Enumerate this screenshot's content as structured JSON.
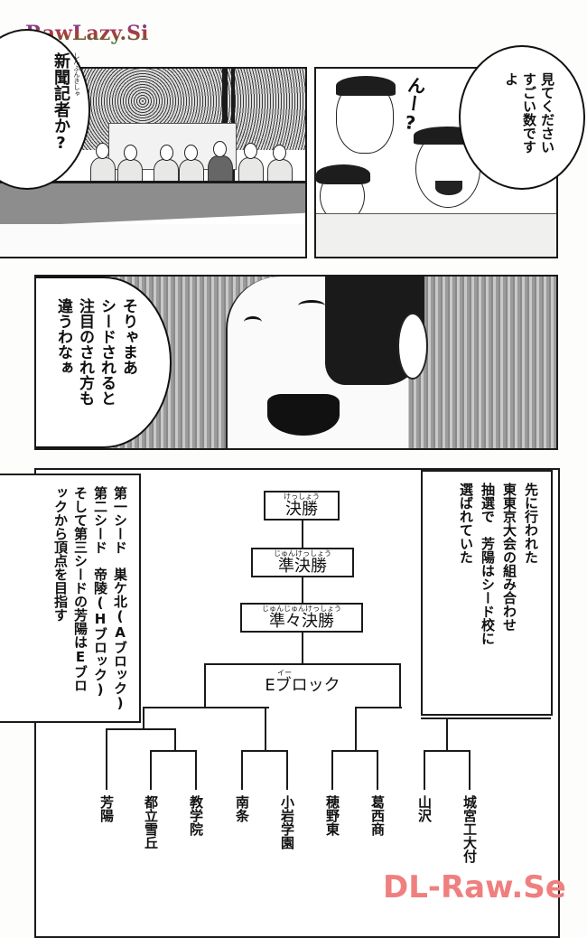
{
  "watermarks": {
    "top": "RawLazy.Si",
    "bottom": "DL-Raw.Se"
  },
  "panel1": {
    "bubble_text": "新聞記者か?",
    "bubble_ruby": "しんぶんきしゃ"
  },
  "panel2": {
    "sfx": "んー?",
    "bubble_lines": [
      "見てください",
      "すごい数です",
      "よ"
    ]
  },
  "panel3": {
    "bubble_lines": [
      "そりゃまあ",
      "シードされると",
      "注目のされ方も",
      "違うわなぁ"
    ]
  },
  "panel4": {
    "left_caption_lines": [
      "第一シード　巣ケ北(Aブロック)",
      "第二シード　帝陵(Hブロック)",
      "そして第三シードの芳陽はEブロ",
      "ックから頂点を目指す"
    ],
    "right_caption_lines": [
      "先に行われた",
      "東東京大会の組み合わせ",
      "抽選で　芳陽はシード校に",
      "選ばれていた"
    ],
    "bracket": {
      "final": {
        "label": "決勝",
        "ruby": "けっしょう"
      },
      "semifinal": {
        "label": "準決勝",
        "ruby": "じゅんけっしょう"
      },
      "quarterfinal": {
        "label": "準々決勝",
        "ruby": "じゅんじゅんけっしょう"
      },
      "block": {
        "label": "Eブロック",
        "ruby": "イー"
      },
      "schools": [
        "芳陽",
        "都立雪丘",
        "教学院",
        "南条",
        "小岩学園",
        "穂野東",
        "葛西商",
        "山沢",
        "城宮工大付"
      ]
    }
  }
}
